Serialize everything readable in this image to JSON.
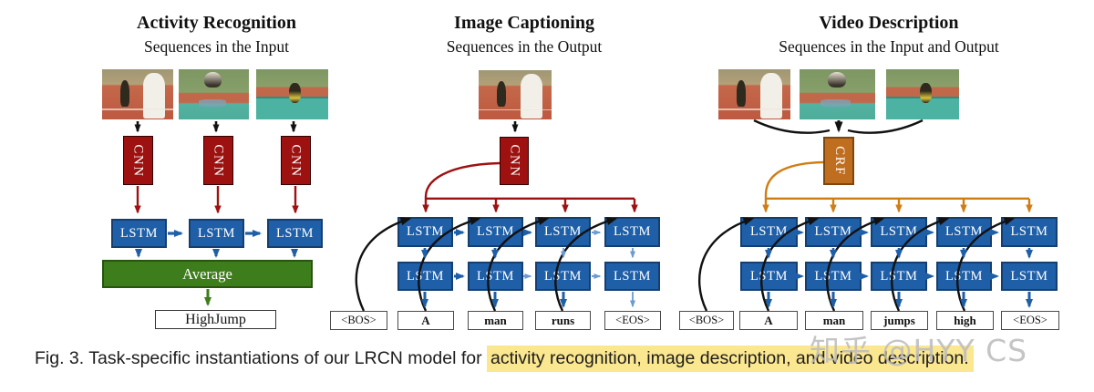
{
  "colors": {
    "cnn_box": "#9e1111",
    "lstm_box": "#1e5fa8",
    "lstm_border": "#143f70",
    "avg_box": "#3e7d1c",
    "avg_border": "#27540e",
    "crf_box": "#bf6d1f",
    "crf_border": "#7c470e",
    "arrow_red": "#9e1111",
    "arrow_blue": "#1e5fa8",
    "arrow_blue_light": "#6b9bd2",
    "arrow_green": "#3e7d1c",
    "arrow_orange": "#d07d14",
    "arrow_black": "#111111",
    "word_border": "#4a4a4a",
    "highlight": "#fbe78f",
    "watermark": "#bcbcbc",
    "caption_text": "#1c1c1c"
  },
  "panels": [
    {
      "title": "Activity Recognition",
      "subtitle": "Sequences in the Input",
      "processor": "CNN",
      "lstm": "LSTM",
      "average": "Average",
      "output": "HighJump"
    },
    {
      "title": "Image Captioning",
      "subtitle": "Sequences in the Output",
      "processor": "CNN",
      "lstm": "LSTM",
      "words": [
        "<BOS>",
        "A",
        "man",
        "runs",
        "<EOS>"
      ]
    },
    {
      "title": "Video Description",
      "subtitle": "Sequences in the Input and Output",
      "processor": "CRF",
      "lstm": "LSTM",
      "words": [
        "<BOS>",
        "A",
        "man",
        "jumps",
        "high",
        "<EOS>"
      ]
    }
  ],
  "caption": {
    "prefix": "Fig. 3. Task-specific instantiations of our LRCN model for ",
    "highlight": "activity recognition, image description, and video description."
  },
  "watermark": "知乎 @HYY CS"
}
